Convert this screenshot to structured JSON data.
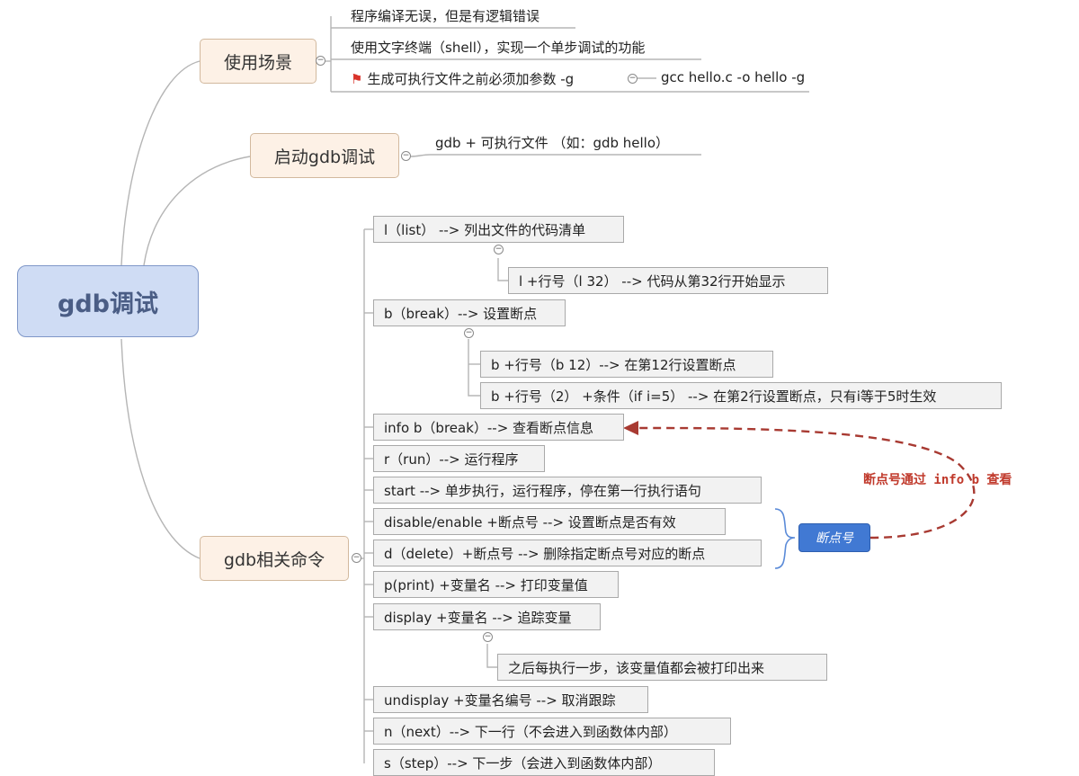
{
  "root": {
    "label": "gdb调试"
  },
  "branches": {
    "scenario": {
      "label": "使用场景",
      "items": [
        "程序编译无误，但是有逻辑错误",
        "使用文字终端（shell），实现一个单步调试的功能",
        "生成可执行文件之前必须加参数 -g"
      ],
      "sub": "gcc hello.c -o hello -g"
    },
    "start": {
      "label": "启动gdb调试",
      "items": [
        "gdb + 可执行文件 （如：gdb hello）"
      ]
    },
    "commands": {
      "label": "gdb相关命令",
      "list": "l（list） --> 列出文件的代码清单",
      "list_sub": "l +行号（l 32） --> 代码从第32行开始显示",
      "break": "b（break）--> 设置断点",
      "break_sub1": "b +行号（b 12）--> 在第12行设置断点",
      "break_sub2": "b +行号（2） +条件（if i=5） --> 在第2行设置断点，只有i等于5时生效",
      "info": "info b（break）--> 查看断点信息",
      "run": "r（run）--> 运行程序",
      "start": "start --> 单步执行，运行程序，停在第一行执行语句",
      "disable": "disable/enable +断点号 --> 设置断点是否有效",
      "delete": "d（delete）+断点号 --> 删除指定断点号对应的断点",
      "print": "p(print) +变量名 --> 打印变量值",
      "display": "display +变量名 --> 追踪变量",
      "display_sub": "之后每执行一步，该变量值都会被打印出来",
      "undisplay": "undisplay +变量名编号 --> 取消跟踪",
      "next": "n（next）--> 下一行（不会进入到函数体内部）",
      "step": "s（step）--> 下一步（会进入到函数体内部）"
    }
  },
  "callout": {
    "label": "断点号",
    "annotation": "断点号通过 info b 查看",
    "color": "#c0392b"
  },
  "colors": {
    "root_fill": "#cfdcf4",
    "branch_fill": "#fdf1e6",
    "leaf_fill": "#f2f2f2",
    "badge": "#4179d3"
  },
  "icons": {
    "collapse": "minus-circle-icon",
    "flag": "red-flag-icon"
  }
}
